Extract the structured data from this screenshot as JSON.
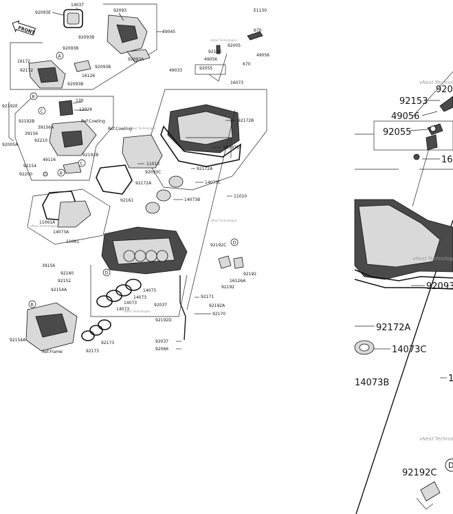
{
  "figure_code": "E1130",
  "front_label": "FRONT",
  "watermark": "vNext Technologies",
  "ref_labels": {
    "cowling": "Ref.Cowling",
    "frame": "Ref.Frame"
  },
  "callouts": [
    "A",
    "B",
    "C",
    "D"
  ],
  "overview_labels": {
    "92093E": "92093E",
    "14037": "14037",
    "92093": "92093",
    "39045": "39045",
    "92093B_a": "92093B",
    "92093B_b": "92093B",
    "92093B_c": "92093B",
    "92093B_d": "92093B",
    "92093A": "92093A",
    "16172": "16172",
    "92172": "92172",
    "16126": "16126",
    "92192E": "92192E",
    "92005A": "92005A",
    "130": "130",
    "12026": "12026",
    "92192B_a": "92192B",
    "39156A": "39156A",
    "39156": "39156",
    "92210": "92210",
    "49116": "49116",
    "92192B_b": "92192B",
    "92154": "92154",
    "92200": "92200",
    "670_a": "670",
    "670_b": "670",
    "92005": "92005",
    "92153": "92153",
    "49056_a": "49056",
    "49056_b": "49056",
    "49033": "49033",
    "92055": "92055",
    "16073": "16073",
    "92172B": "92172B",
    "92093D": "92093D",
    "11013": "11013",
    "92093C": "92093C",
    "92172A_a": "92172A",
    "92172A_b": "92172A",
    "14073C": "14073C",
    "14073B": "14073B",
    "92161": "92161",
    "11010": "11010",
    "11061A": "11061A",
    "14073A": "14073A",
    "11061": "11061",
    "39156b": "39156",
    "92192C": "92192C",
    "92192": "92192",
    "16126A": "16126A",
    "92192_b": "92192",
    "92160": "92160",
    "92152": "92152",
    "92154A_a": "92154A",
    "92154A_b": "92154A",
    "14073_a": "14073",
    "14073_b": "14073",
    "14073_c": "14073",
    "14073_d": "14073",
    "92037_a": "92037",
    "92171": "92171",
    "92192A": "92192A",
    "92170": "92170",
    "92192D": "92192D",
    "92037_b": "92037",
    "92066": "92066",
    "92173_a": "92173",
    "92173_b": "92173"
  },
  "zoom_labels": {
    "920": "920",
    "92153": "92153",
    "49056": "49056",
    "92055": "92055",
    "16": "16",
    "92093": "92093",
    "92172A": "92172A",
    "14073C": "14073C",
    "14073B": "14073B",
    "1": "1",
    "92192C": "92192C"
  }
}
